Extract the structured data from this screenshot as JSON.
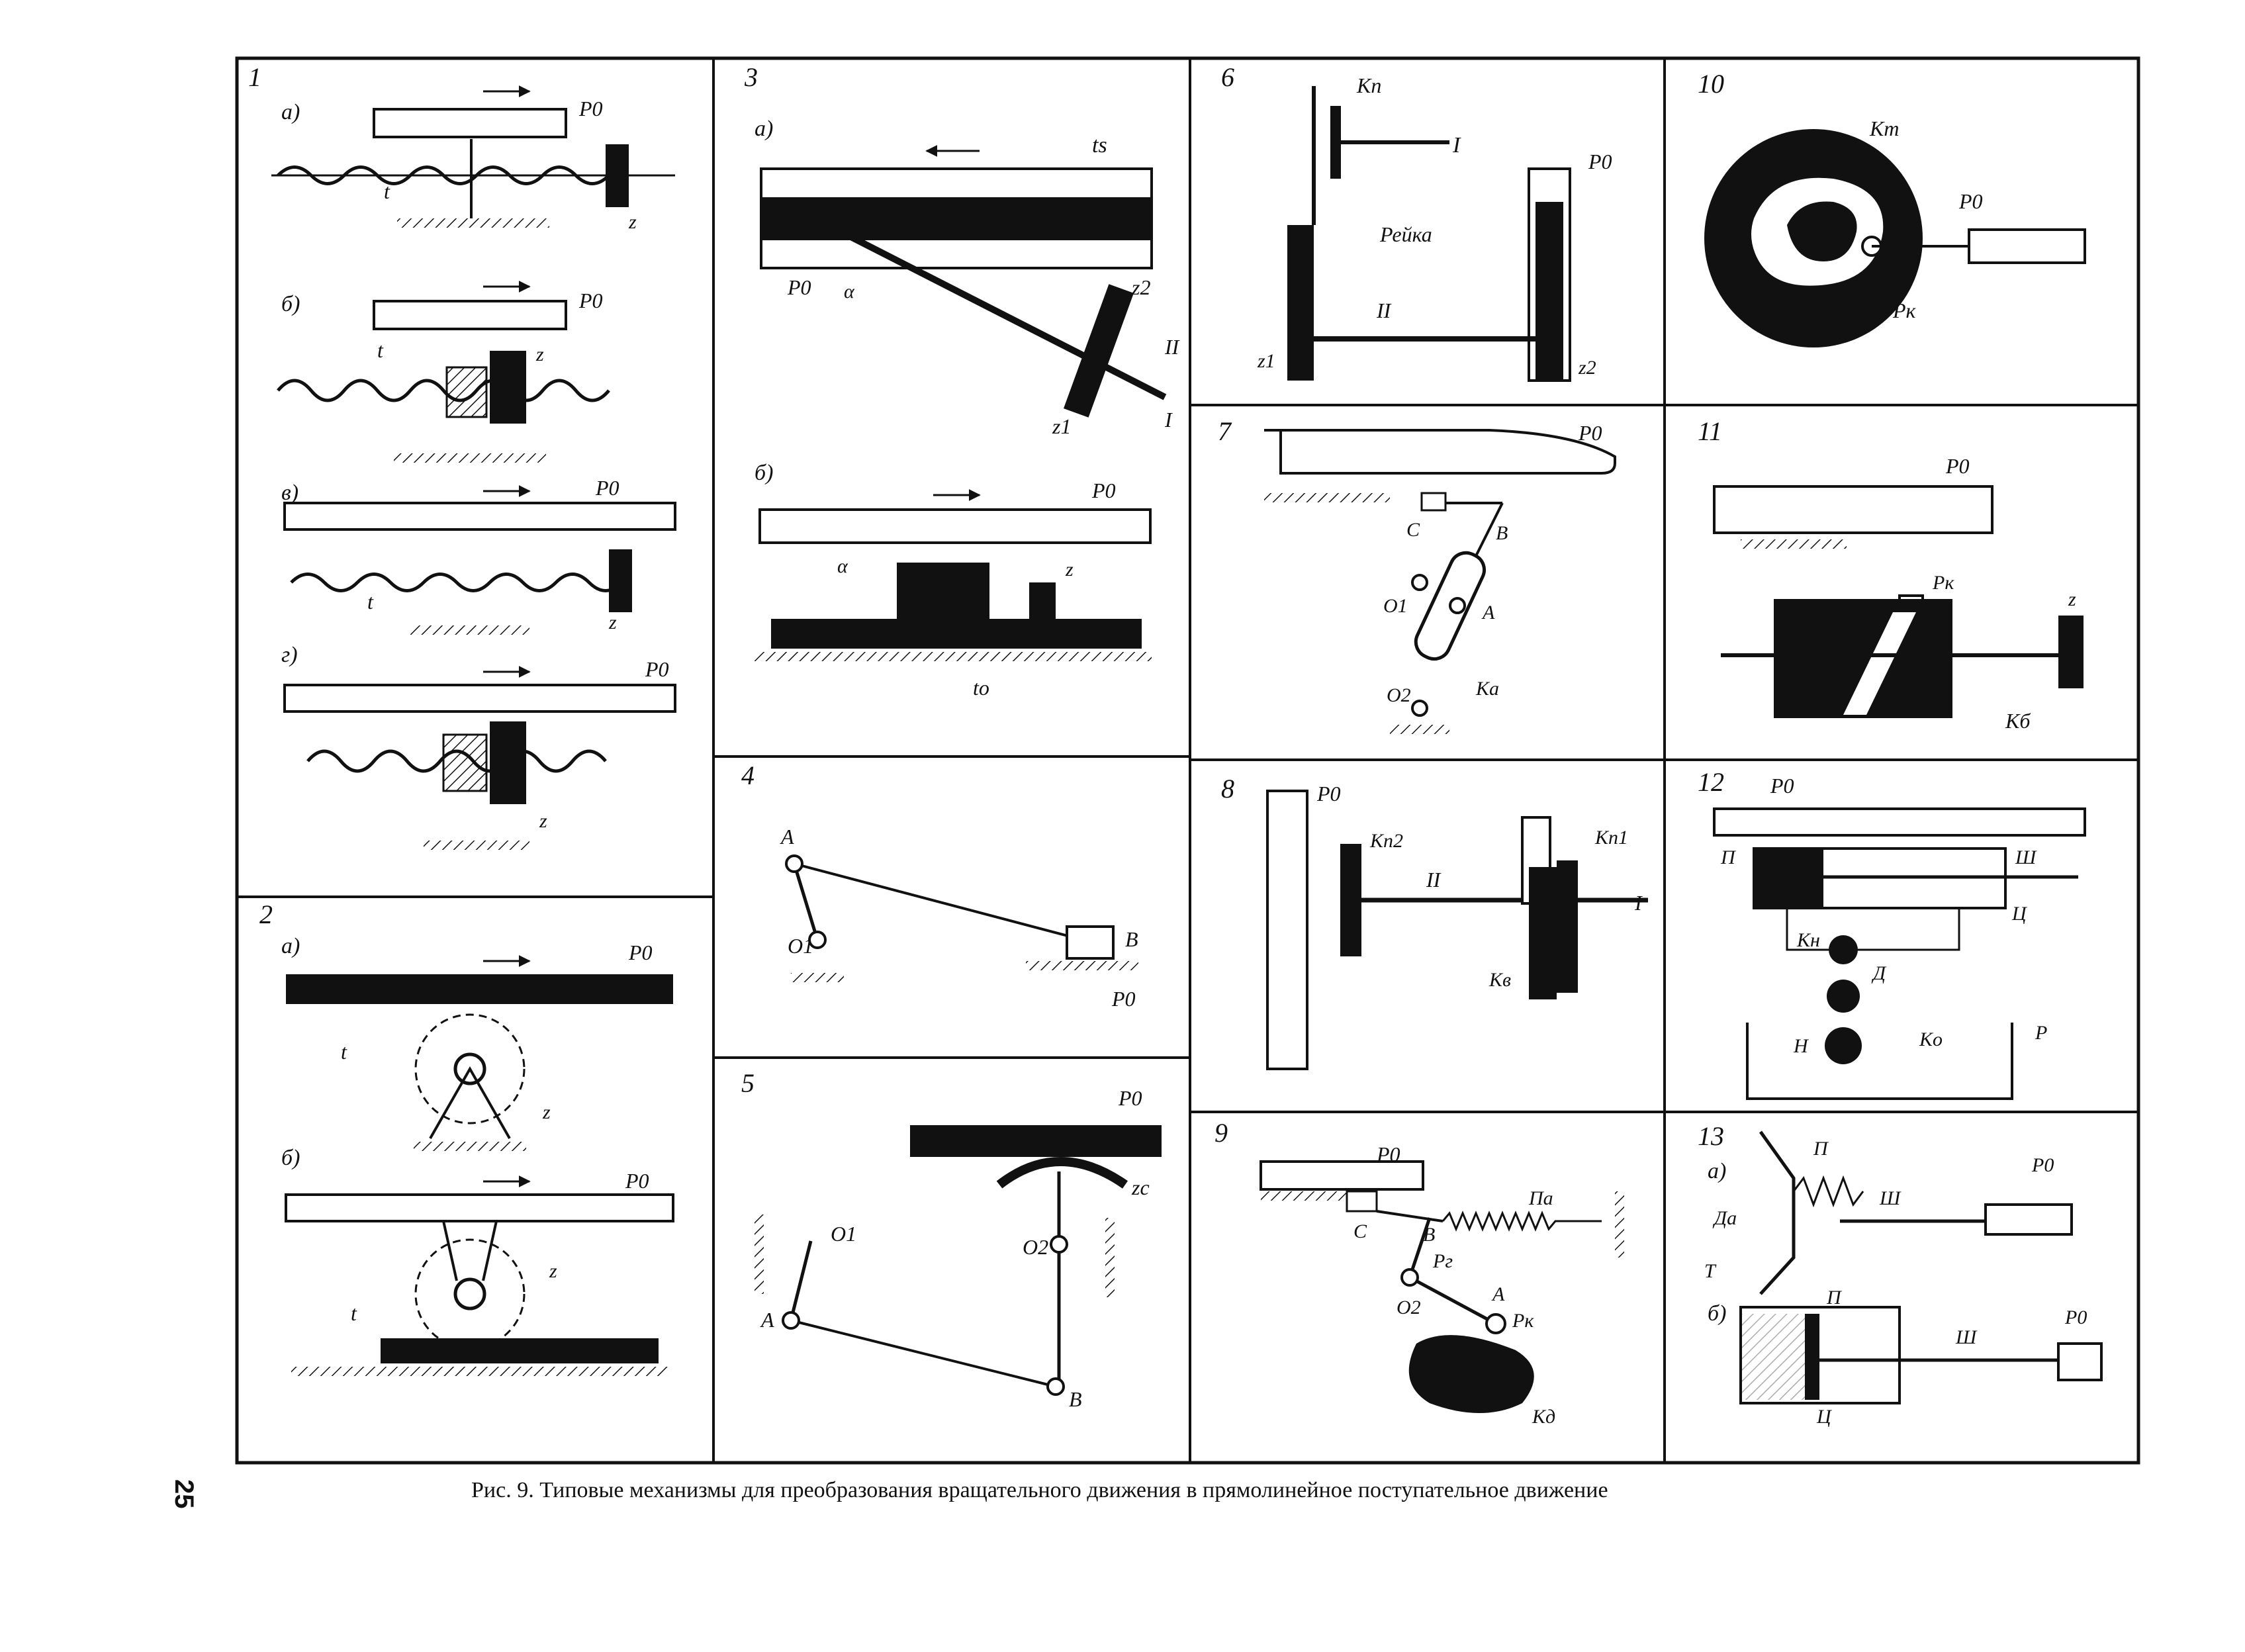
{
  "caption": "Рис. 9. Типовые механизмы для преобразования вращательного движения в прямолинейное поступательное движение",
  "page_number": "25",
  "panels": {
    "p1": {
      "num": "1",
      "a": "а)",
      "b": "б)",
      "v": "в)",
      "g": "г)",
      "po": "P0",
      "z": "z",
      "t": "t"
    },
    "p2": {
      "num": "2",
      "a": "а)",
      "b": "б)",
      "po": "P0",
      "z": "z",
      "t": "t"
    },
    "p3": {
      "num": "3",
      "a": "а)",
      "b": "б)",
      "po": "P0",
      "ts": "ts",
      "z2": "z2",
      "z1": "z1",
      "z": "z",
      "II": "II",
      "I": "I",
      "alpha": "α",
      "to": "to"
    },
    "p4": {
      "num": "4",
      "A": "A",
      "O1": "O1",
      "B": "B",
      "po": "P0"
    },
    "p5": {
      "num": "5",
      "po": "P0",
      "zc": "zc",
      "O1": "O1",
      "O2": "O2",
      "A": "A",
      "B": "B"
    },
    "p6": {
      "num": "6",
      "kp": "Kп",
      "I": "I",
      "po": "P0",
      "reika": "Рейка",
      "II": "II",
      "z1": "z1",
      "z2": "z2"
    },
    "p7": {
      "num": "7",
      "po": "P0",
      "C": "C",
      "B": "B",
      "O1": "O1",
      "A": "A",
      "O2": "O2",
      "ka": "Kа"
    },
    "p8": {
      "num": "8",
      "po": "P0",
      "kp2": "Kп2",
      "kp1": "Kп1",
      "II": "II",
      "I": "I",
      "kv": "Kв"
    },
    "p9": {
      "num": "9",
      "po": "P0",
      "pa": "Пa",
      "C": "C",
      "B": "B",
      "pg": "Pг",
      "A": "A",
      "pk": "Pк",
      "O2": "O2",
      "kd": "Kд"
    },
    "p10": {
      "num": "10",
      "kt": "Kт",
      "po": "P0",
      "pk": "Pк"
    },
    "p11": {
      "num": "11",
      "po": "P0",
      "pk": "Pк",
      "z": "z",
      "kb": "Kб"
    },
    "p12": {
      "num": "12",
      "po": "P0",
      "P": "П",
      "sh": "Ш",
      "ts": "Ц",
      "kn": "Kн",
      "D": "Д",
      "N": "Н",
      "ko": "Ko",
      "R": "Р"
    },
    "p13": {
      "num": "13",
      "a": "а)",
      "b": "б)",
      "P": "П",
      "sh": "Ш",
      "po": "P0",
      "da": "Дa",
      "T": "Т",
      "ts": "Ц"
    }
  }
}
